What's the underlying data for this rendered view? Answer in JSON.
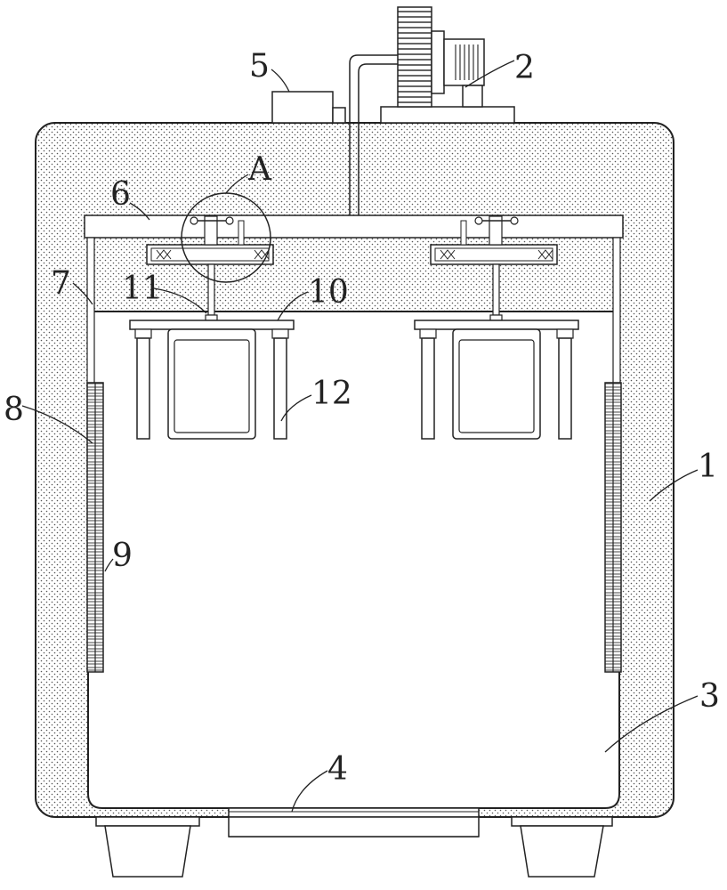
{
  "diagram": {
    "labels": {
      "housing": "1",
      "blower_motor": "2",
      "chamber": "3",
      "bottom_opening": "4",
      "control_box": "5",
      "top_plate": "6",
      "side_rod": "7",
      "side_rail": "8",
      "rail_teeth": "9",
      "clamp_bar": "10",
      "center_rod": "11",
      "clamp_leg": "12",
      "detail_callout": "A"
    }
  }
}
